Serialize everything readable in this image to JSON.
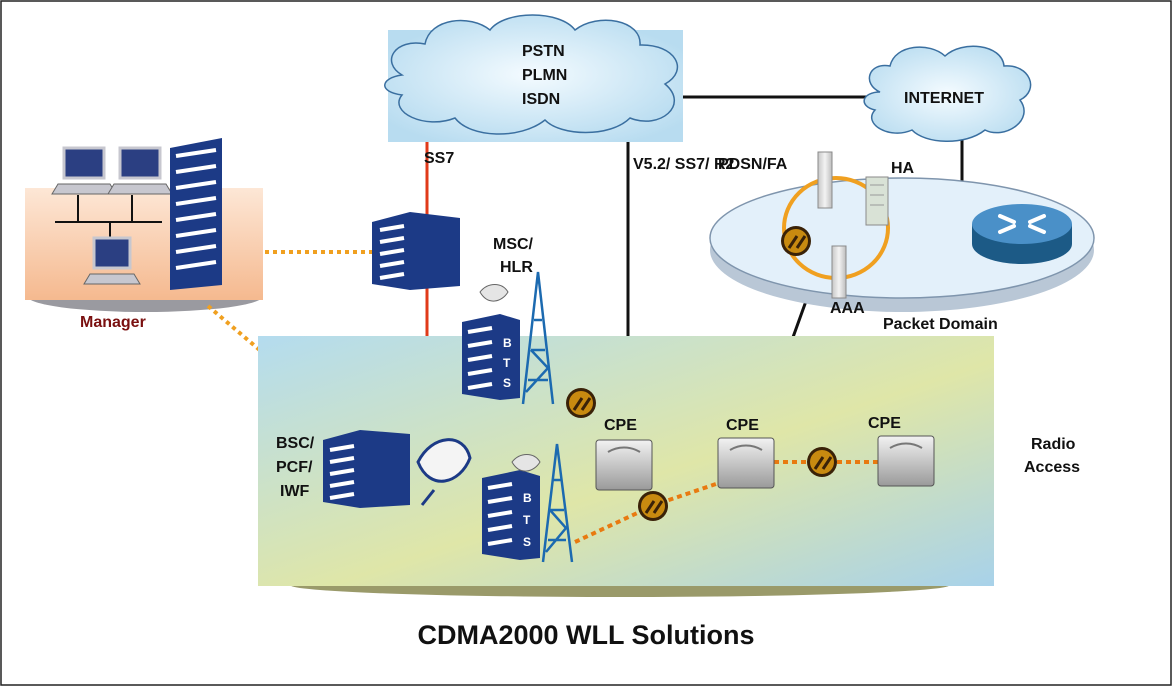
{
  "title": "CDMA2000 WLL Solutions",
  "networks": {
    "pstn_lines": [
      "PSTN",
      "PLMN",
      "ISDN"
    ],
    "internet": "INTERNET"
  },
  "links": {
    "ss7": "SS7",
    "v52": "V5.2/ SS7/ R2"
  },
  "core": {
    "msc_lines": [
      "MSC/",
      "HLR"
    ],
    "manager": "Manager"
  },
  "packet": {
    "pdsn": "PDSN/FA",
    "ha": "HA",
    "aaa": "AAA",
    "domain": "Packet Domain"
  },
  "radio": {
    "bsc_lines": [
      "BSC/",
      "PCF/",
      "IWF"
    ],
    "bts_letters": [
      "B",
      "T",
      "S"
    ],
    "cpe_labels": [
      "CPE",
      "CPE",
      "CPE"
    ],
    "access_lines": [
      "Radio",
      "Access"
    ]
  },
  "colors": {
    "server_blue": "#1c3a86",
    "link_orange": "#e87a10",
    "ss7_red": "#e03a1a"
  }
}
